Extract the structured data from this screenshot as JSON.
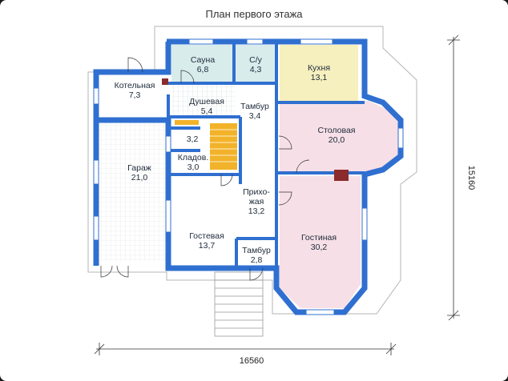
{
  "title": "План первого этажа",
  "dimensions": {
    "width": "16560",
    "height": "15160"
  },
  "rooms": [
    {
      "name": "Сауна",
      "area": "6,8"
    },
    {
      "name": "С/у",
      "area": "4,3"
    },
    {
      "name": "Кухня",
      "area": "13,1"
    },
    {
      "name": "Котельная",
      "area": "7,3"
    },
    {
      "name": "Душевая",
      "area": "5,4"
    },
    {
      "name": "Тамбур",
      "area": "3,4"
    },
    {
      "name": "Столовая",
      "area": "20,0"
    },
    {
      "name": "",
      "area": "3,2"
    },
    {
      "name": "Гараж",
      "area": "21,0"
    },
    {
      "name": "Кладов.",
      "area": "3,0"
    },
    {
      "name": "Прихо-",
      "area": ""
    },
    {
      "name": "жая",
      "area": "13,2"
    },
    {
      "name": "Гостевая",
      "area": "13,7"
    },
    {
      "name": "Гостиная",
      "area": "30,2"
    },
    {
      "name": "Тамбур",
      "area": "2,8"
    }
  ],
  "colors": {
    "wall": "#2f6fd0",
    "floor": "#ffffff",
    "tile": "#d9ecec",
    "kitchen": "#f6efbe",
    "living": "#f6dfe6",
    "stairs": "#f2b32a"
  }
}
